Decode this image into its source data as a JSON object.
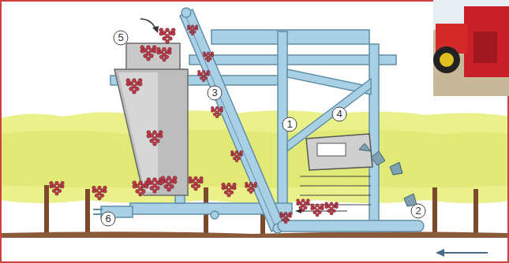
{
  "diagram": {
    "labels": [
      "5",
      "3",
      "1",
      "4",
      "2",
      "6"
    ]
  }
}
